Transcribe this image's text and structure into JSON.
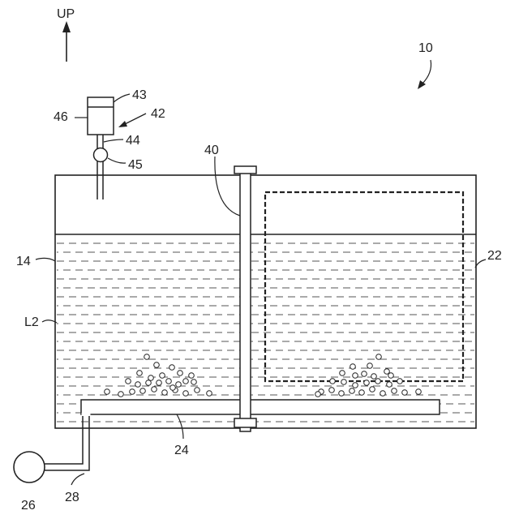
{
  "labels": {
    "up": "UP",
    "device": "10",
    "tank": "14",
    "liquid": "L2",
    "module": "22",
    "diffuser": "24",
    "pump": "26",
    "pipe": "28",
    "shaft": "40",
    "unit": "42",
    "unit_top": "43",
    "unit_tube": "44",
    "unit_valve": "45",
    "unit_body": "46"
  },
  "colors": {
    "line": "#222222",
    "background": "#ffffff"
  }
}
